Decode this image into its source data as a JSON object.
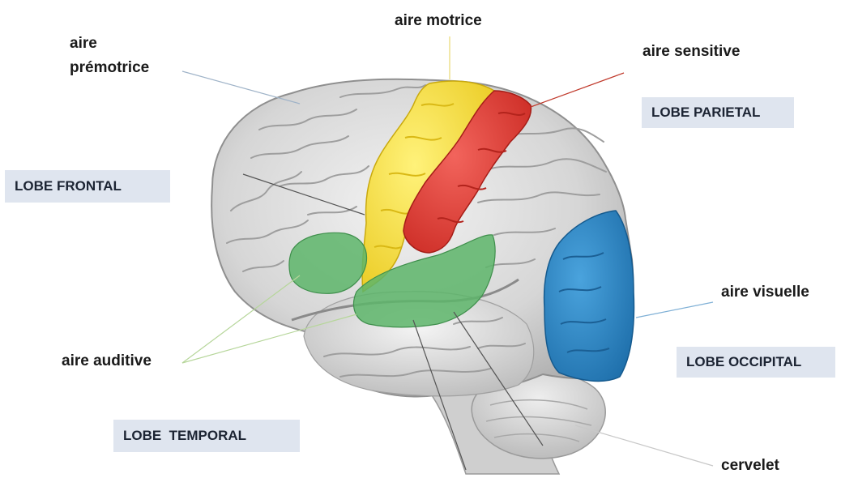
{
  "labels": {
    "aire_premotrice_1": "aire",
    "aire_premotrice_2": "prémotrice",
    "aire_motrice": "aire motrice",
    "aire_sensitive": "aire sensitive",
    "aire_visuelle": "aire visuelle",
    "aire_auditive": "aire auditive",
    "cervelet": "cervelet"
  },
  "lobes": {
    "parietal": "LOBE PARIETAL",
    "frontal": "LOBE FRONTAL",
    "occipital": "LOBE OCCIPITAL",
    "temporal": "LOBE  TEMPORAL"
  },
  "colors": {
    "motor_area": "#f7dc3c",
    "sensory_area": "#e8423b",
    "visual_area": "#2f86c4",
    "auditory_area": "#5db56a",
    "brain": "#d9d9d9",
    "lobe_box": "#dfe5ef"
  }
}
